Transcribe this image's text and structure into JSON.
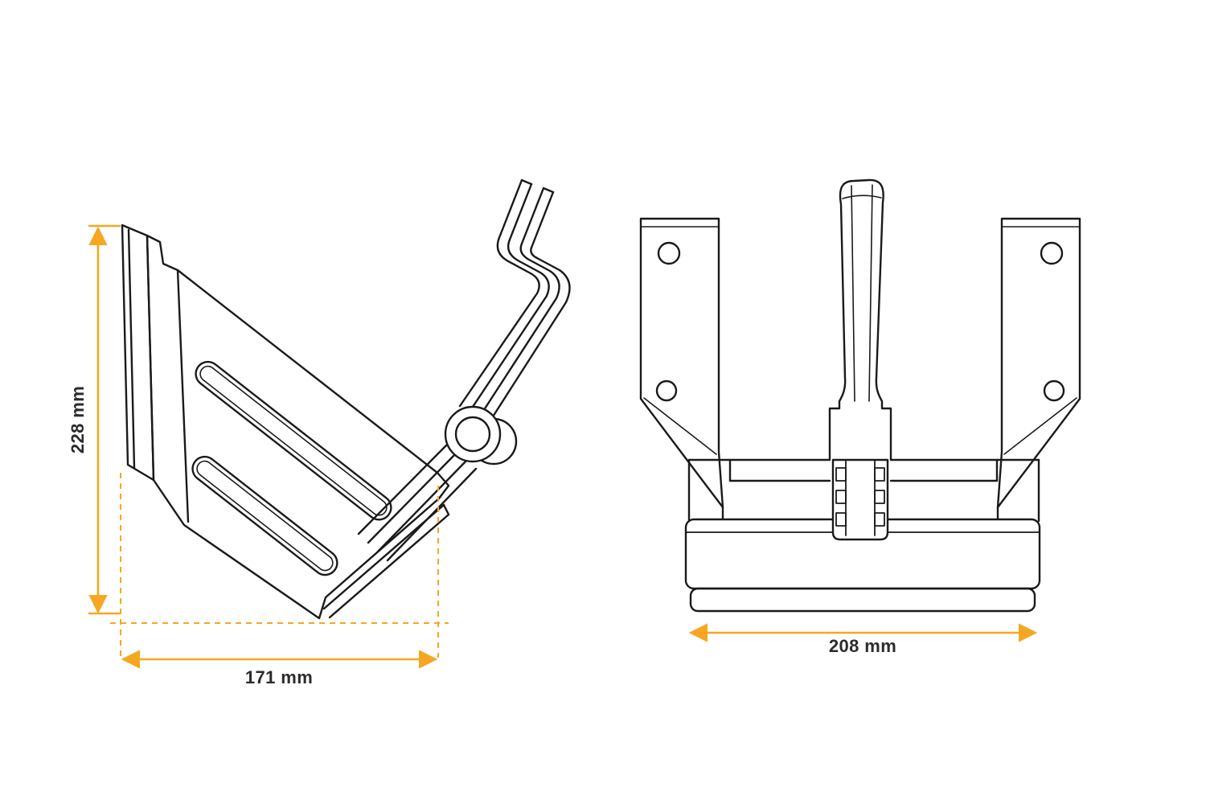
{
  "drawing": {
    "background_color": "#FFFFFF",
    "line_color": "#1A1A1A",
    "accent_color": "#F6A722",
    "label_color": "#2B2B2B",
    "side_view": {
      "height_label": "228 mm",
      "width_label": "171 mm"
    },
    "front_view": {
      "width_label": "208 mm"
    }
  }
}
